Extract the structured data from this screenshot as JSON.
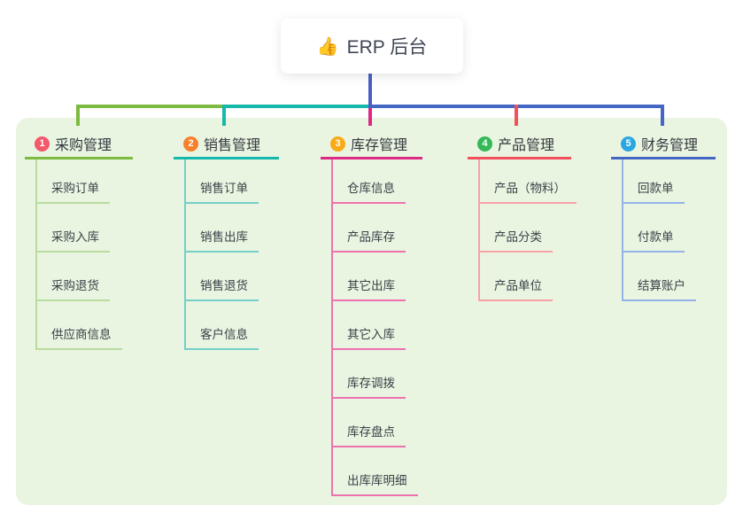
{
  "root": {
    "emoji": "👍",
    "label": "ERP 后台",
    "trunk_color": "#4a5fc4"
  },
  "branches": [
    {
      "number": "1",
      "label": "采购管理",
      "badge_color": "#f2596b",
      "line_color": "#7cbb3f",
      "child_line_color": "#b9dc9e",
      "children": [
        "采购订单",
        "采购入库",
        "采购退货",
        "供应商信息"
      ]
    },
    {
      "number": "2",
      "label": "销售管理",
      "badge_color": "#f5812c",
      "line_color": "#16b8ab",
      "child_line_color": "#74cfc8",
      "children": [
        "销售订单",
        "销售出库",
        "销售退货",
        "客户信息"
      ]
    },
    {
      "number": "3",
      "label": "库存管理",
      "badge_color": "#f8ab17",
      "line_color": "#dd2a85",
      "child_line_color": "#ee71b0",
      "children": [
        "仓库信息",
        "产品库存",
        "其它出库",
        "其它入库",
        "库存调拨",
        "库存盘点",
        "出库库明细"
      ]
    },
    {
      "number": "4",
      "label": "产品管理",
      "badge_color": "#35b958",
      "line_color": "#f4505c",
      "child_line_color": "#f8a2a8",
      "children": [
        "产品（物料）",
        "产品分类",
        "产品单位"
      ]
    },
    {
      "number": "5",
      "label": "财务管理",
      "badge_color": "#2aa7e0",
      "line_color": "#4467c4",
      "child_line_color": "#93b3e8",
      "children": [
        "回款单",
        "付款单",
        "结算账户"
      ]
    }
  ],
  "canvas": {
    "panel_color": "#e9f5e1",
    "background": "#ffffff"
  }
}
